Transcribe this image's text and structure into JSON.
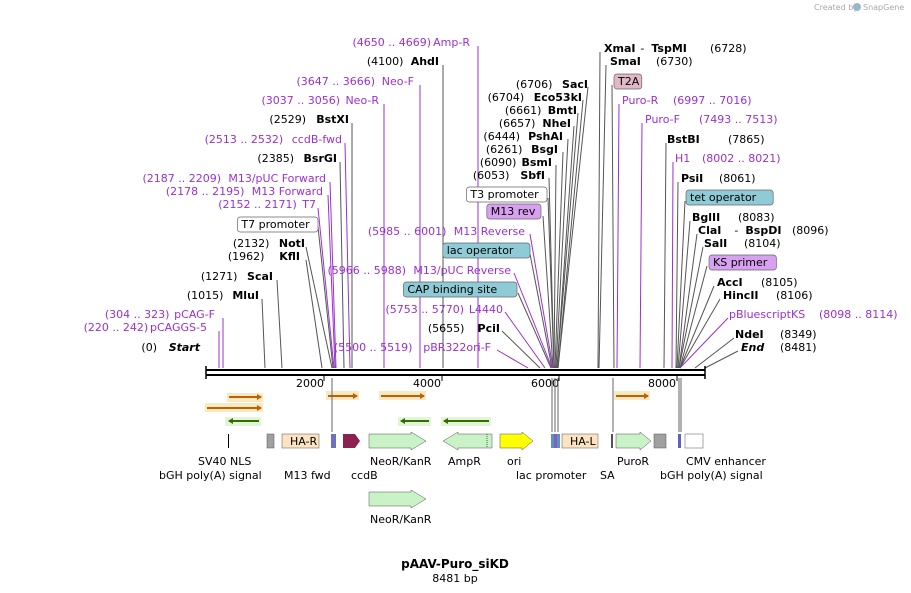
{
  "credit": {
    "text": "Created by",
    "brand": "SnapGene",
    "logo_icon": "snapgene-logo-icon"
  },
  "plasmid": {
    "name": "pAAV-Puro_siKD",
    "length": "8481 bp"
  },
  "ticks": [
    "2000",
    "4000",
    "6000",
    "8000"
  ],
  "colors": {
    "primer": "#9b30d0",
    "site": "#000000",
    "neo_arrow": "#c9f2c7",
    "amp_arrow": "#c9f2c7",
    "ori": "#ffff00",
    "ha_box": "#fde3c2",
    "ccdb": "#8b2252",
    "gray_box": "#9a9a9a",
    "primer_arrow": "#f0a030",
    "feature_box_blue": "#8fcbd6",
    "feature_box_purple": "#d8a0f0",
    "feature_box_pink": "#e2b8c8"
  },
  "left_labels": [
    {
      "pos": "(4650 .. 4669)",
      "name": "Amp-R",
      "kind": "primer"
    },
    {
      "pos": "(4100)",
      "name": "AhdI",
      "kind": "site"
    },
    {
      "pos": "(3647 .. 3666)",
      "name": "Neo-F",
      "kind": "primer"
    },
    {
      "pos": "(3037 .. 3056)",
      "name": "Neo-R",
      "kind": "primer"
    },
    {
      "pos": "(2529)",
      "name": "BstXI",
      "kind": "site"
    },
    {
      "pos": "(2513 .. 2532)",
      "name": "ccdB-fwd",
      "kind": "primer"
    },
    {
      "pos": "(2385)",
      "name": "BsrGI",
      "kind": "site"
    },
    {
      "pos": "(2187 .. 2209)",
      "name": "M13/pUC Forward",
      "kind": "primer"
    },
    {
      "pos": "(2178 .. 2195)",
      "name": "M13 Forward",
      "kind": "primer"
    },
    {
      "pos": "(2152 .. 2171)",
      "name": "T7",
      "kind": "primer"
    },
    {
      "pos": "",
      "name": "T7 promoter",
      "kind": "boxed"
    },
    {
      "pos": "(2132)",
      "name": "NotI",
      "kind": "site"
    },
    {
      "pos": "(1962)",
      "name": "KflI",
      "kind": "site"
    },
    {
      "pos": "(1271)",
      "name": "ScaI",
      "kind": "site"
    },
    {
      "pos": "(1015)",
      "name": "MluI",
      "kind": "site"
    },
    {
      "pos": "(304 .. 323)",
      "name": "pCAG-F",
      "kind": "primer"
    },
    {
      "pos": "(220 .. 242)",
      "name": "pCAGGS-5",
      "kind": "primer"
    },
    {
      "pos": "(0)",
      "name": "Start",
      "kind": "italic"
    }
  ],
  "middle_labels": [
    {
      "pos": "(6706)",
      "name": "SacI",
      "kind": "site"
    },
    {
      "pos": "(6704)",
      "name": "Eco53kI",
      "kind": "site"
    },
    {
      "pos": "(6661)",
      "name": "BmtI",
      "kind": "site"
    },
    {
      "pos": "(6657)",
      "name": "NheI",
      "kind": "site"
    },
    {
      "pos": "(6444)",
      "name": "PshAI",
      "kind": "site"
    },
    {
      "pos": "(6261)",
      "name": "BsgI",
      "kind": "site"
    },
    {
      "pos": "(6090)",
      "name": "BsmI",
      "kind": "site"
    },
    {
      "pos": "(6053)",
      "name": "SbfI",
      "kind": "site"
    },
    {
      "pos": "",
      "name": "T3 promoter",
      "kind": "boxed"
    },
    {
      "pos": "",
      "name": "M13 rev",
      "kind": "boxed-purple"
    },
    {
      "pos": "(5985 .. 6001)",
      "name": "M13 Reverse",
      "kind": "primer"
    },
    {
      "pos": "",
      "name": "lac operator",
      "kind": "boxed-blue"
    },
    {
      "pos": "(5966 .. 5988)",
      "name": "M13/pUC Reverse",
      "kind": "primer"
    },
    {
      "pos": "",
      "name": "CAP binding site",
      "kind": "boxed-blue"
    },
    {
      "pos": "(5753 .. 5770)",
      "name": "L4440",
      "kind": "primer"
    },
    {
      "pos": "(5655)",
      "name": "PciI",
      "kind": "site"
    },
    {
      "pos": "(5500 .. 5519)",
      "name": "pBR322ori-F",
      "kind": "primer"
    }
  ],
  "right_labels": [
    {
      "name": "XmaI",
      "name2": "TspMI",
      "pos": "(6728)",
      "kind": "site2"
    },
    {
      "name": "SmaI",
      "pos": "(6730)",
      "kind": "site"
    },
    {
      "name": "T2A",
      "pos": "",
      "kind": "boxed-pink"
    },
    {
      "name": "Puro-R",
      "pos": "(6997 .. 7016)",
      "kind": "primer"
    },
    {
      "name": "Puro-F",
      "pos": "(7493 .. 7513)",
      "kind": "primer"
    },
    {
      "name": "BstBI",
      "pos": "(7865)",
      "kind": "site"
    },
    {
      "name": "H1",
      "pos": "(8002 .. 8021)",
      "kind": "primer"
    },
    {
      "name": "PsiI",
      "pos": "(8061)",
      "kind": "site"
    },
    {
      "name": "tet operator",
      "pos": "",
      "kind": "boxed-blue"
    },
    {
      "name": "BglII",
      "pos": "(8083)",
      "kind": "site"
    },
    {
      "name": "ClaI",
      "name2": "BspDI",
      "pos": "(8096)",
      "kind": "site2"
    },
    {
      "name": "SalI",
      "pos": "(8104)",
      "kind": "site"
    },
    {
      "name": "KS primer",
      "pos": "",
      "kind": "boxed-purple"
    },
    {
      "name": "AccI",
      "pos": "(8105)",
      "kind": "site"
    },
    {
      "name": "HincII",
      "pos": "(8106)",
      "kind": "site"
    },
    {
      "name": "pBluescriptKS",
      "pos": "(8098 .. 8114)",
      "kind": "primer"
    },
    {
      "name": "NdeI",
      "pos": "(8349)",
      "kind": "site"
    },
    {
      "name": "End",
      "pos": "(8481)",
      "kind": "italic"
    }
  ],
  "feature_labels": {
    "sv40_nls": "SV40 NLS",
    "bgh_polya_left": "bGH poly(A) signal",
    "m13_fwd": "M13 fwd",
    "ccdb": "ccdB",
    "neor_kanr": "NeoR/KanR",
    "ampr": "AmpR",
    "ori": "ori",
    "lac_promoter": "lac promoter",
    "sa": "SA",
    "puror": "PuroR",
    "bgh_polya_right": "bGH poly(A) signal",
    "cmv_enhancer": "CMV enhancer",
    "neor_kanr_2": "NeoR/KanR"
  },
  "box_labels": {
    "ha_r": "HA-R",
    "ha_l": "HA-L"
  }
}
